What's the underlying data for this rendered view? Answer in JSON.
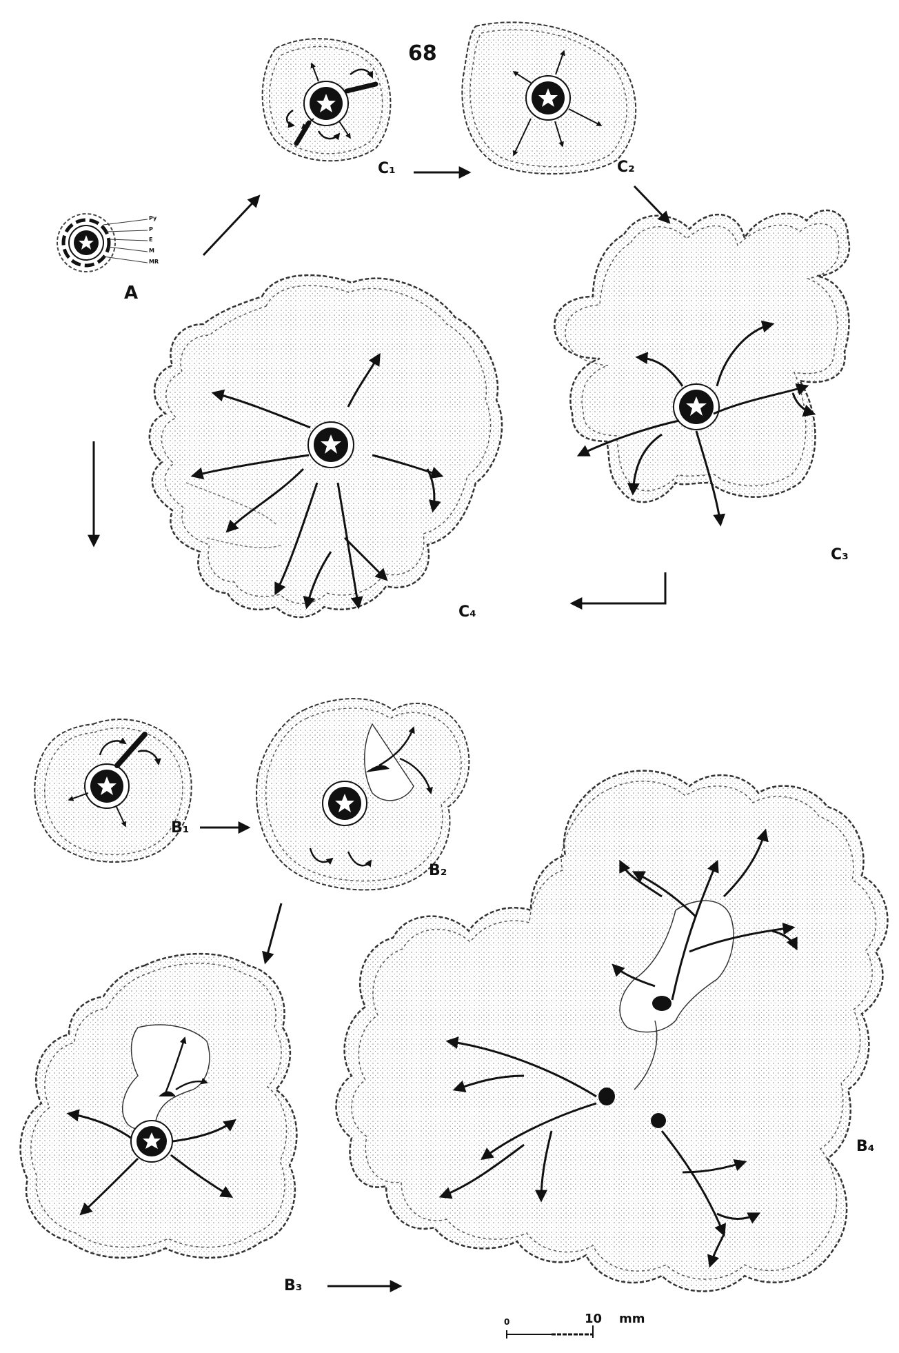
{
  "figure": {
    "number": "68",
    "stage_labels": {
      "A": "A",
      "C1": "C₁",
      "C2": "C₂",
      "C3": "C₃",
      "C4": "C₄",
      "B1": "B₁",
      "B2": "B₂",
      "B3": "B₃",
      "B4": "B₄"
    },
    "part_labels": [
      "Py",
      "P",
      "E",
      "M",
      "MR"
    ],
    "scale_bar": {
      "zero": "0",
      "value": "10",
      "unit": "mm"
    }
  },
  "colors": {
    "ink": "#111111",
    "stipple": "#6b6b6b",
    "paper": "#ffffff"
  }
}
